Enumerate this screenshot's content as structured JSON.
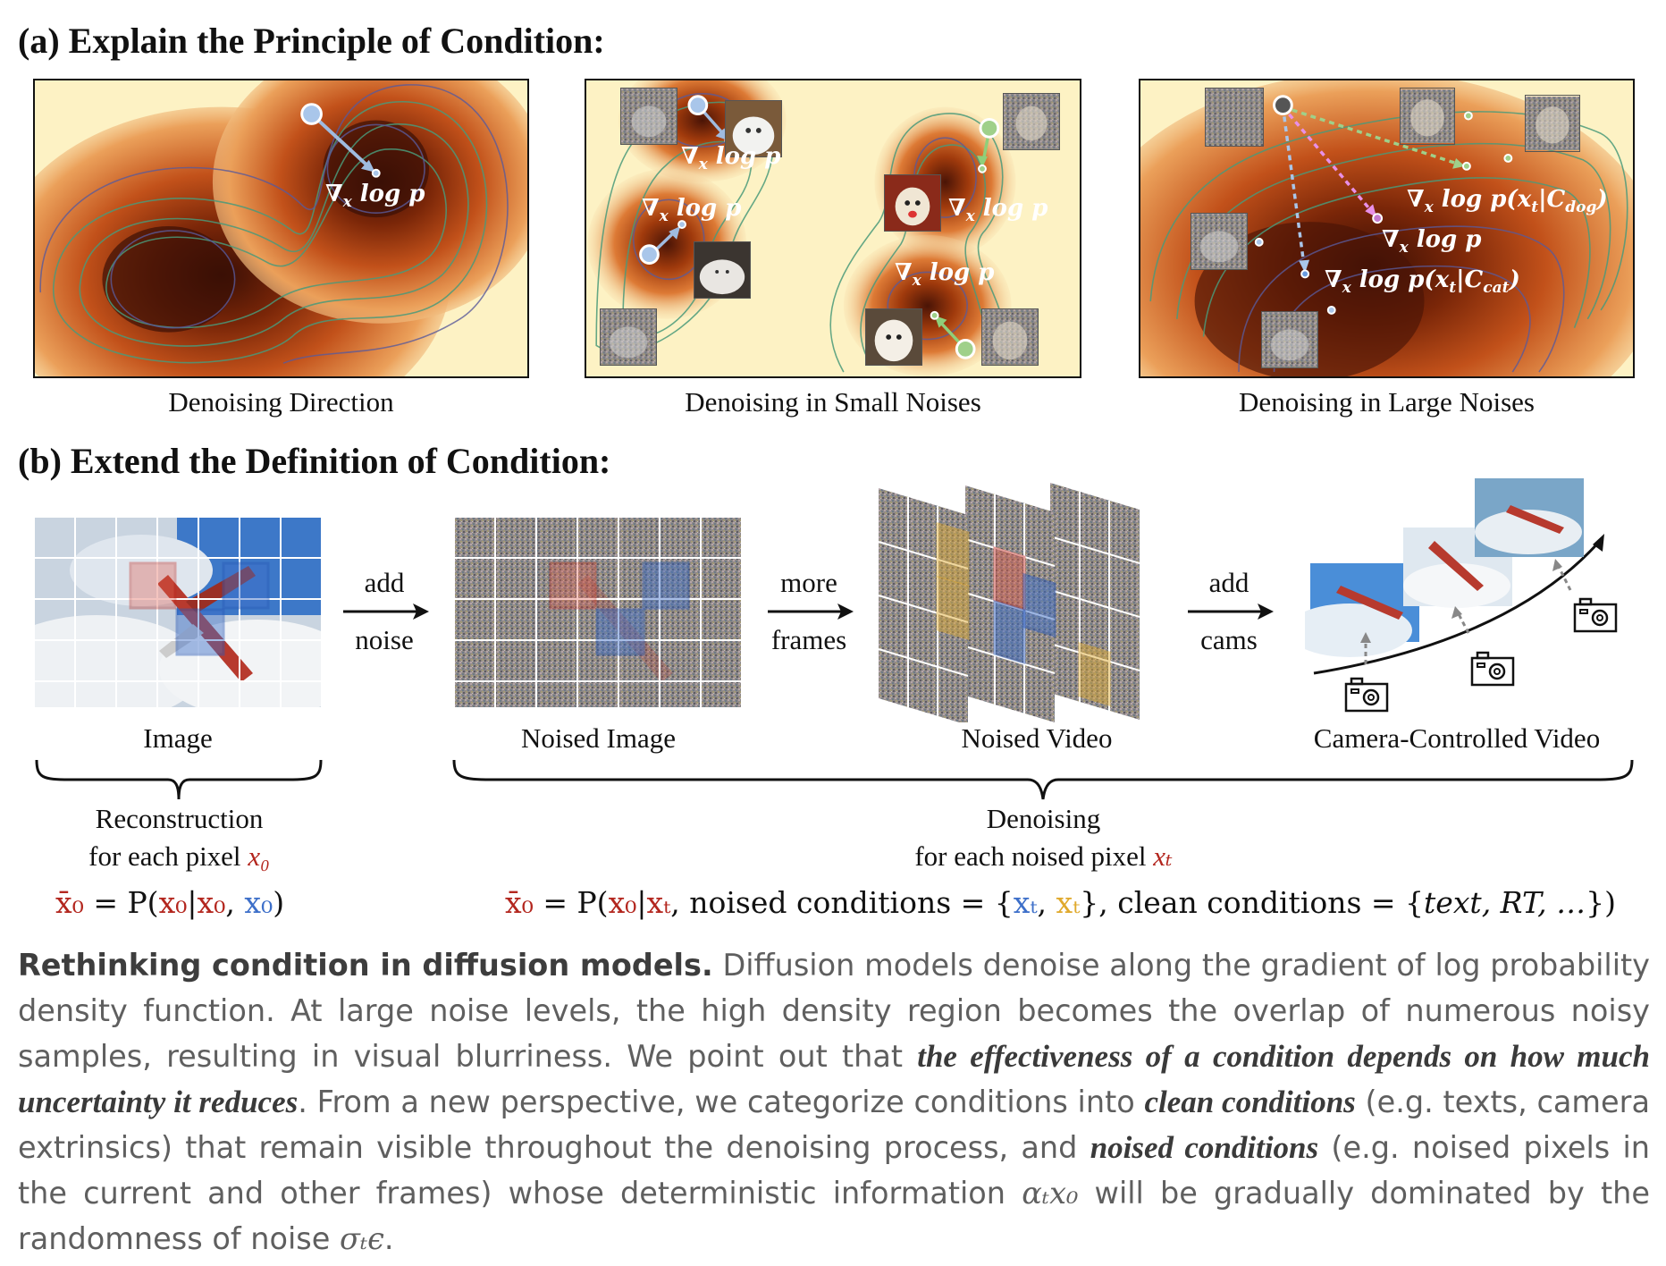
{
  "section_a": {
    "title": "(a) Explain the Principle of Condition:",
    "panels": [
      {
        "caption": "Denoising Direction",
        "labels": [
          "∇x log p"
        ]
      },
      {
        "caption": "Denoising in Small Noises",
        "labels": [
          "∇x log p",
          "∇x log p",
          "∇x log p",
          "∇x log p"
        ]
      },
      {
        "caption": "Denoising in Large Noises",
        "labels": [
          "∇x log p(xt|Cdog)",
          "∇x log p",
          "∇x log p(xt|Ccat)"
        ]
      }
    ],
    "grad_symbol": "∇",
    "grad_sub": "x",
    "grad_text": "log",
    "grad_p": "p",
    "cond_dog_pre": "p(x",
    "cond_dog_t": "t",
    "cond_dog_bar": "|C",
    "cond_dog_sub": "dog",
    "cond_cat_sub": "cat",
    "cond_close": ")"
  },
  "section_b": {
    "title": "(b) Extend the Definition of Condition:",
    "stages": [
      {
        "caption": "Image"
      },
      {
        "caption": "Noised Image"
      },
      {
        "caption": "Noised Video"
      },
      {
        "caption": "Camera-Controlled Video"
      }
    ],
    "arrows": [
      {
        "top": "add",
        "bottom": "noise"
      },
      {
        "top": "more",
        "bottom": "frames"
      },
      {
        "top": "add",
        "bottom": "cams"
      }
    ],
    "left_brace": {
      "line1": "Reconstruction",
      "line2_prefix": "for each pixel ",
      "line2_var": "x₀"
    },
    "right_brace": {
      "line1": "Denoising",
      "line2_prefix": "for each noised pixel ",
      "line2_var": "xₜ"
    },
    "left_eq": {
      "lhs": "x̄₀",
      "mid": " = P(",
      "a": "x₀",
      "bar": "|",
      "b": "x₀",
      "comma": ", ",
      "c": "x₀",
      "end": ")"
    },
    "right_eq": {
      "lhs": "x̄₀",
      "mid": " = P(",
      "a": "x₀",
      "bar": "|",
      "b": "xₜ",
      "part1": ", noised conditions = {",
      "c": "xₜ",
      "comma": ", ",
      "d": "xₜ",
      "part2": "}, clean conditions = {",
      "e": "text, RT, …",
      "end": "})"
    }
  },
  "caption": {
    "lead": "Rethinking condition in diffusion models.",
    "t1": " Diffusion models denoise along the gradient of log probability density function. At large noise levels, the high density region becomes the overlap of numerous noisy samples, resulting in visual blurriness. We point out that ",
    "e1": "the effectiveness of a condition depends on how much uncertainty it reduces",
    "t2": ". From a new perspective, we categorize conditions into ",
    "e2": "clean conditions",
    "t3": " (e.g. texts, camera extrinsics) that remain visible throughout the denoising process, and ",
    "e3": "noised conditions",
    "t4": " (e.g. noised pixels in the current and other frames) whose deterministic information ",
    "m1": "αₜx₀",
    "t5": " will be gradually dominated by the randomness of noise ",
    "m2": "σₜϵ",
    "t6": "."
  },
  "colors": {
    "red": "#b3261e",
    "blue": "#3d6fc9",
    "yellow": "#e0a92c",
    "green_point": "#9fd08a",
    "blue_point": "#a9c6ea"
  }
}
